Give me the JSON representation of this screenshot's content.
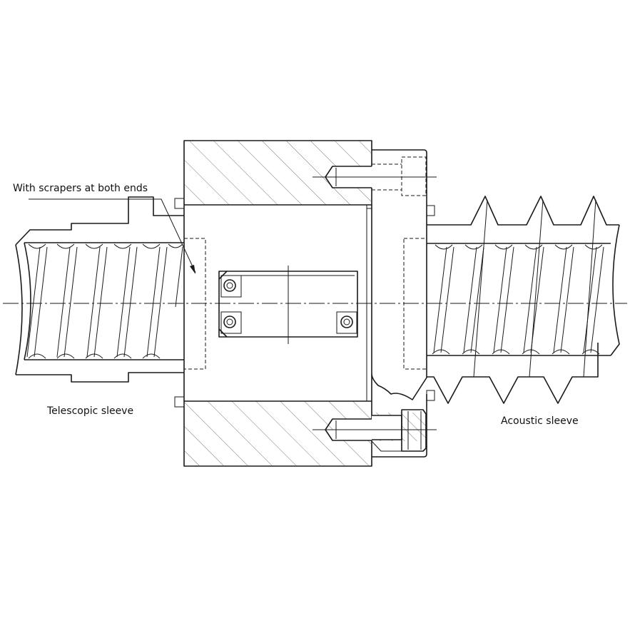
{
  "labels": {
    "scrapers": "With scrapers at both ends",
    "telescopic": "Telescopic sleeve",
    "acoustic": "Acoustic sleeve"
  },
  "colors": {
    "line": "#1a1a1a",
    "background": "#ffffff"
  }
}
